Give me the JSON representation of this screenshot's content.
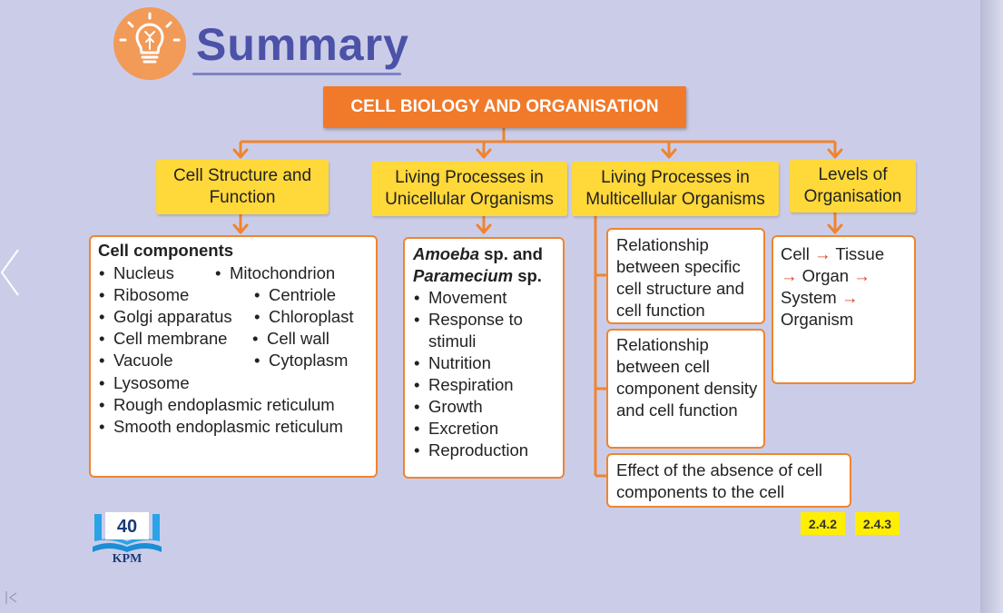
{
  "header": {
    "title": "Summary",
    "icon": "lightbulb-icon"
  },
  "root": {
    "label": "CELL BIOLOGY AND ORGANISATION"
  },
  "categories": [
    {
      "label": "Cell Structure and Function"
    },
    {
      "label": "Living Processes in Unicellular Organisms"
    },
    {
      "label": "Living Processes in Multicellular Organisms"
    },
    {
      "label": "Levels of Organisation"
    }
  ],
  "cell_components": {
    "heading": "Cell components",
    "items": [
      "Nucleus",
      "Mitochondrion",
      "Ribosome",
      "Centriole",
      "Golgi apparatus",
      "Chloroplast",
      "Cell membrane",
      "Cell wall",
      "Vacuole",
      "Cytoplasm",
      "Lysosome",
      "Rough endoplasmic reticulum",
      "Smooth endoplasmic reticulum"
    ]
  },
  "unicellular": {
    "organism_1": "Amoeba",
    "connector": "sp. and",
    "organism_2": "Paramecium",
    "suffix": "sp.",
    "items": [
      "Movement",
      "Response to stimuli",
      "Nutrition",
      "Respiration",
      "Growth",
      "Excretion",
      "Reproduction"
    ]
  },
  "multicellular": {
    "items": [
      "Relationship between specific cell structure and cell function",
      "Relationship between cell component density and cell function",
      "Effect of the absence of cell components to the cell"
    ]
  },
  "levels": {
    "cell": "Cell",
    "tissue": "Tissue",
    "organ": "Organ",
    "system": "System",
    "organism": "Organism",
    "arrow": "→"
  },
  "badges": [
    "2.4.2",
    "2.4.3"
  ],
  "page_badge": {
    "number": "40",
    "label": "KPM"
  },
  "colors": {
    "orange": "#f07a2a",
    "yellow": "#ffd83a",
    "title_blue": "#4b52a8",
    "background": "#cbcde8",
    "badge_yellow": "#ffee00",
    "arrow_red": "#e1452b"
  }
}
